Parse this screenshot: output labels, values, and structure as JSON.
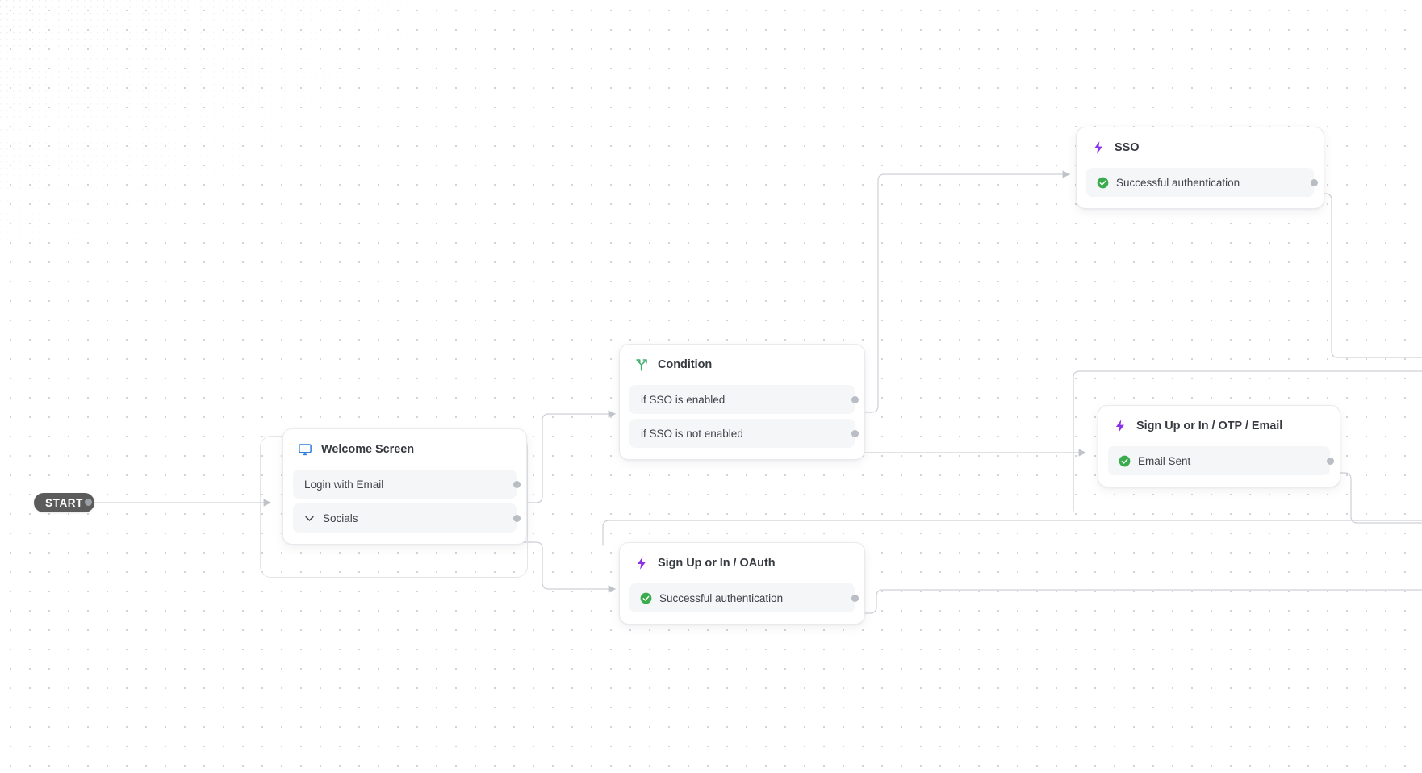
{
  "canvas": {
    "grid": "dotted",
    "background_color": "#ffffff",
    "dot_color": "#787d8c"
  },
  "start": {
    "label": "START",
    "bg_color": "#5b5b5b",
    "text_color": "#ffffff"
  },
  "nodes": [
    {
      "id": "welcome-screen",
      "title": "Welcome Screen",
      "icon": "monitor-icon",
      "icon_color": "#2f7ddb",
      "selected": true,
      "rows": [
        {
          "label": "Login with Email",
          "icon": null,
          "handle": true
        },
        {
          "label": "Socials",
          "icon": "chevron-down-icon",
          "handle": true
        }
      ]
    },
    {
      "id": "condition",
      "title": "Condition",
      "icon": "branch-icon",
      "icon_color": "#3fae6b",
      "selected": false,
      "rows": [
        {
          "label": "if SSO is enabled",
          "icon": null,
          "handle": true
        },
        {
          "label": "if SSO is not enabled",
          "icon": null,
          "handle": true
        }
      ]
    },
    {
      "id": "sso",
      "title": "SSO",
      "icon": "bolt-icon",
      "icon_color": "#8b2fe8",
      "selected": false,
      "rows": [
        {
          "label": "Successful authentication",
          "icon": "check-circle-icon",
          "handle": true
        }
      ]
    },
    {
      "id": "signup-otp-email",
      "title": "Sign Up or In / OTP / Email",
      "icon": "bolt-icon",
      "icon_color": "#8b2fe8",
      "selected": false,
      "rows": [
        {
          "label": "Email Sent",
          "icon": "check-circle-icon",
          "handle": true
        }
      ]
    },
    {
      "id": "signup-oauth",
      "title": "Sign Up or In / OAuth",
      "icon": "bolt-icon",
      "icon_color": "#8b2fe8",
      "selected": false,
      "rows": [
        {
          "label": "Successful authentication",
          "icon": "check-circle-icon",
          "handle": true
        }
      ]
    }
  ],
  "colors": {
    "edge": "#c9ccd2",
    "row_bg": "#f5f6f8",
    "node_border": "#e8eaee",
    "handle": "#b9bdc4",
    "success_green": "#3aab4e",
    "title_text": "#36393f",
    "row_text": "#3e4249"
  }
}
